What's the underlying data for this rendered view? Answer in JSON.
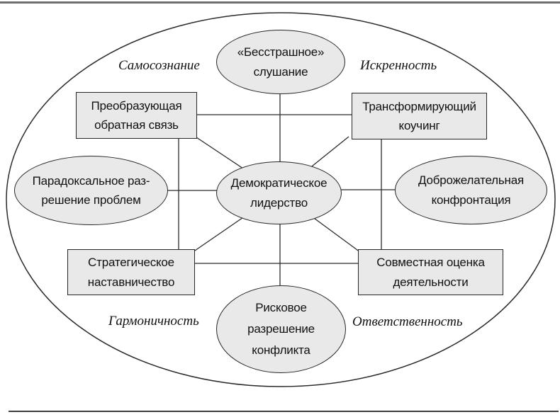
{
  "colors": {
    "background": "#ffffff",
    "node_fill": "#e9e9e9",
    "node_border": "#262626",
    "connector_line": "#2b2b2b",
    "text": "#111111",
    "top_rule": "#6e6e6e",
    "bottom_rule": "#3c3c3c"
  },
  "diagram": {
    "center_node": {
      "label": "Демократическое\nлидерство",
      "shape": "ellipse"
    },
    "nodes": {
      "fearless_listening": {
        "label": "«Бесстрашное»\nслушание",
        "shape": "ellipse"
      },
      "transforming_feedback": {
        "label": "Преобразующая\nобратная связь",
        "shape": "rect"
      },
      "transformational_coaching": {
        "label": "Трансформирующий\nкоучинг",
        "shape": "rect"
      },
      "paradoxical_problem_solving": {
        "label": "Парадоксальное раз-\nрешение проблем",
        "shape": "ellipse"
      },
      "benevolent_confrontation": {
        "label": "Доброжелательная\nконфронтация",
        "shape": "ellipse"
      },
      "strategic_mentoring": {
        "label": "Стратегическое\nнаставничество",
        "shape": "rect"
      },
      "joint_performance_assessment": {
        "label": "Совместная оценка\nдеятельности",
        "shape": "rect"
      },
      "risky_conflict_resolution": {
        "label": "Рисковое\nразрешение\nконфликта",
        "shape": "ellipse"
      }
    },
    "corner_labels": {
      "top_left": "Самосознание",
      "top_right": "Искренность",
      "bottom_left": "Гармоничность",
      "bottom_right": "Ответственность"
    }
  }
}
